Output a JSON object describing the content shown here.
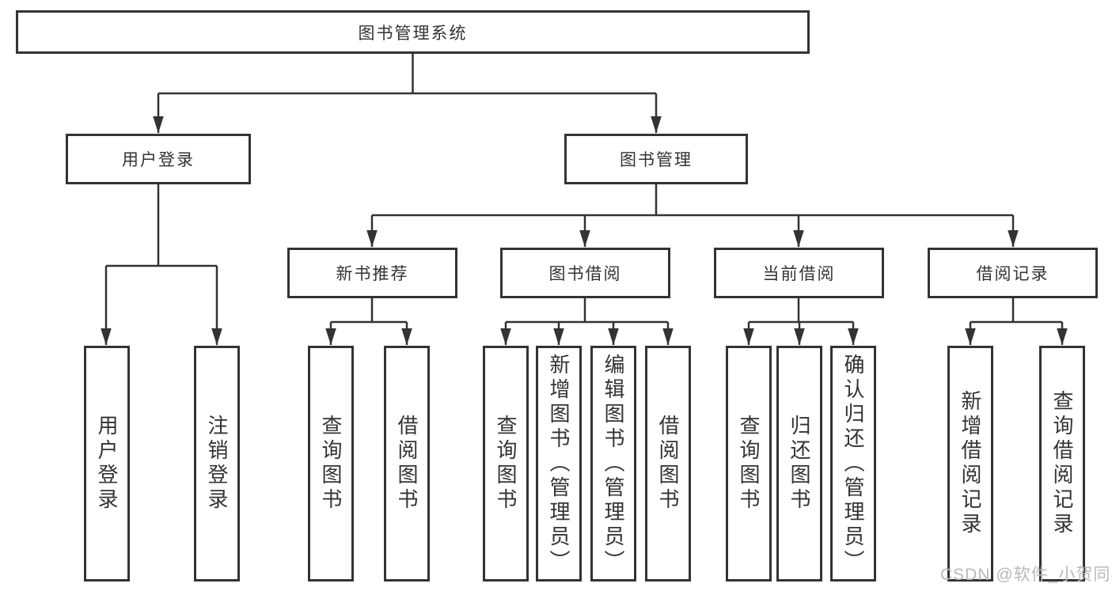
{
  "nodes": {
    "root": "图书管理系统",
    "user_login": "用户登录",
    "book_mgmt": "图书管理",
    "new_book_rec": "新书推荐",
    "book_borrow": "图书借阅",
    "current_borrow": "当前借阅",
    "borrow_record": "借阅记录",
    "ul_login": "用户登录",
    "ul_logout": "注销登录",
    "nb_query": "查询图书",
    "nb_borrow": "借阅图书",
    "bb_query": "查询图书",
    "bb_add": "新增图书（管理员）",
    "bb_edit": "编辑图书（管理员）",
    "bb_borrow": "借阅图书",
    "cb_query": "查询图书",
    "cb_return": "归还图书",
    "cb_confirm": "确认归还（管理员）",
    "br_add": "新增借阅记录",
    "br_query": "查询借阅记录"
  },
  "watermark": "CSDN @软件_小贺同学",
  "colors": {
    "line": "#333333",
    "text": "#333333",
    "background": "#ffffff",
    "watermark": "#b9b9b9"
  }
}
